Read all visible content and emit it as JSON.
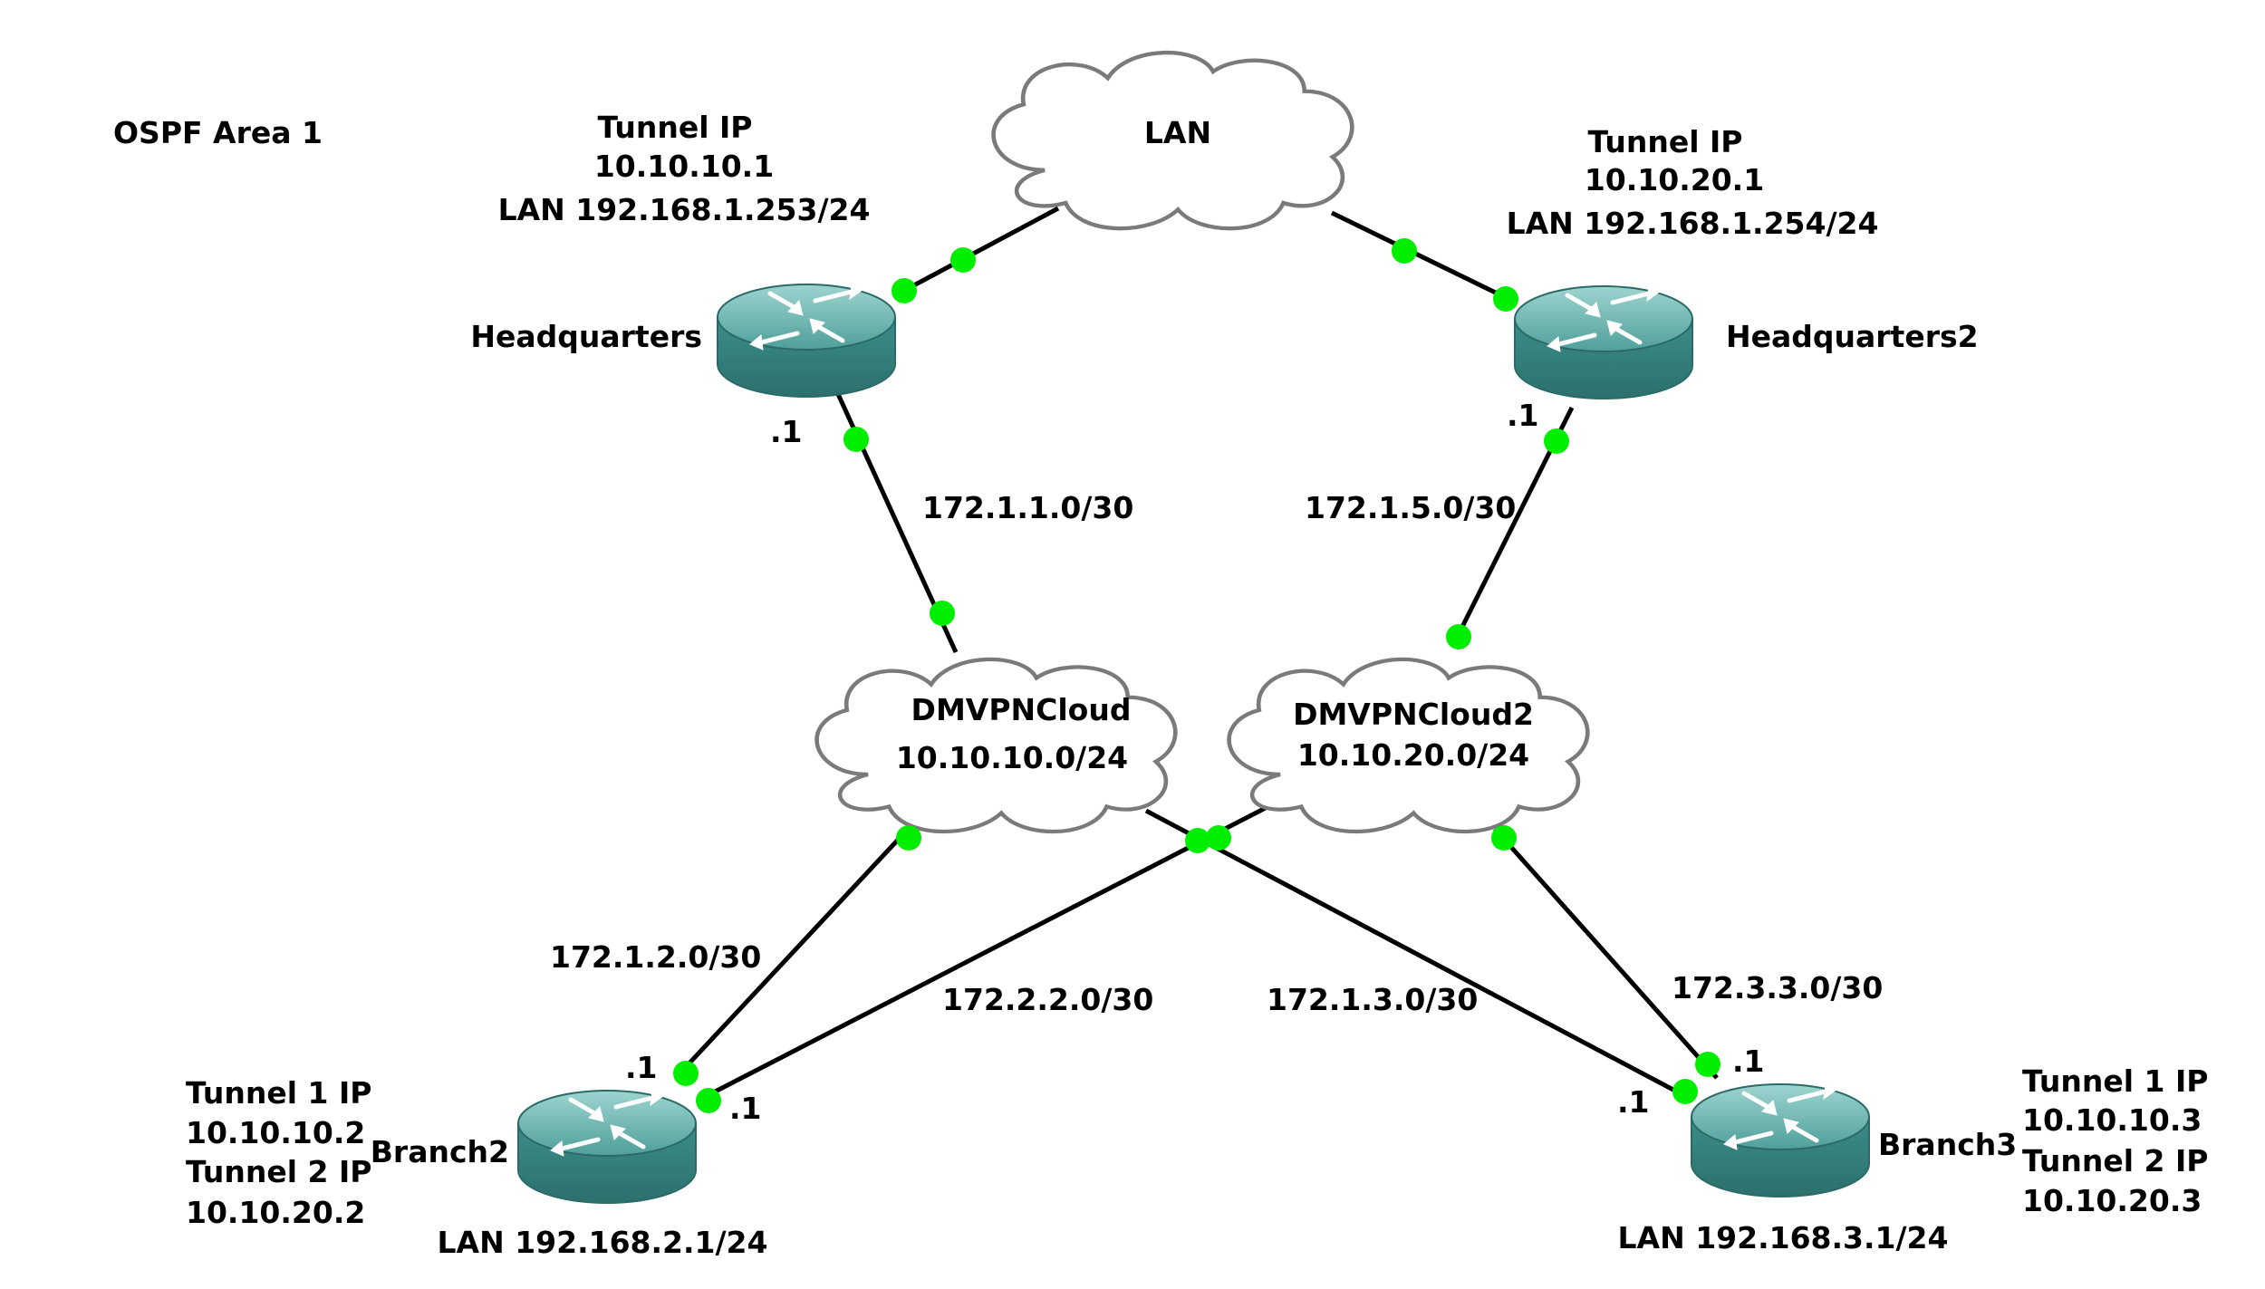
{
  "area_label": "OSPF Area 1",
  "clouds": {
    "lan": {
      "name": "LAN"
    },
    "dmvpn1": {
      "name": "DMVPNCloud",
      "subnet": "10.10.10.0/24"
    },
    "dmvpn2": {
      "name": "DMVPNCloud2",
      "subnet": "10.10.20.0/24"
    }
  },
  "routers": {
    "hq": {
      "name": "Headquarters",
      "info": [
        "Tunnel IP",
        "10.10.10.1",
        "LAN 192.168.1.253/24"
      ],
      "port": ".1"
    },
    "hq2": {
      "name": "Headquarters2",
      "info": [
        "Tunnel IP",
        "10.10.20.1",
        "LAN 192.168.1.254/24"
      ],
      "port": ".1"
    },
    "branch2": {
      "name": "Branch2",
      "info": [
        "Tunnel 1 IP",
        "10.10.10.2",
        "Tunnel 2 IP",
        "10.10.20.2"
      ],
      "lan": "LAN 192.168.2.1/24",
      "ports": [
        ".1",
        ".1"
      ]
    },
    "branch3": {
      "name": "Branch3",
      "info": [
        "Tunnel 1 IP",
        "10.10.10.3",
        "Tunnel 2 IP",
        "10.10.20.3"
      ],
      "lan": "LAN 192.168.3.1/24",
      "ports": [
        ".1",
        ".1"
      ]
    }
  },
  "links": {
    "hq_dmvpn1": "172.1.1.0/30",
    "hq2_dmvpn2": "172.1.5.0/30",
    "dmvpn1_branch2": "172.1.2.0/30",
    "dmvpn2_branch2": "172.2.2.0/30",
    "dmvpn1_branch3": "172.1.3.0/30",
    "dmvpn2_branch3": "172.3.3.0/30"
  },
  "colors": {
    "router_body": "#3f9590",
    "router_top": "#6fb8b4",
    "port_dot": "#00ee00",
    "link": "#000000"
  }
}
